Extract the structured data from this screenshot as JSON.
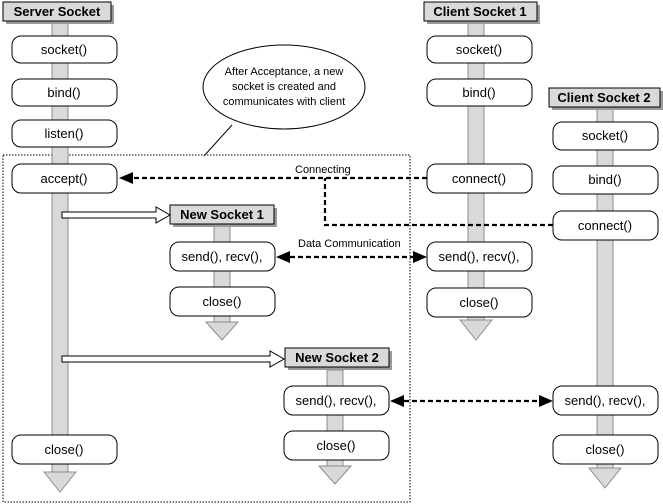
{
  "server": {
    "title": "Server Socket",
    "calls": [
      "socket()",
      "bind()",
      "listen()",
      "accept()",
      "close()"
    ]
  },
  "client1": {
    "title": "Client Socket 1",
    "calls": [
      "socket()",
      "bind()",
      "connect()",
      "send(), recv(),",
      "close()"
    ]
  },
  "client2": {
    "title": "Client Socket 2",
    "calls": [
      "socket()",
      "bind()",
      "connect()",
      "send(), recv(),",
      "close()"
    ]
  },
  "newsocket1": {
    "title": "New Socket 1",
    "calls": [
      "send(), recv(),",
      "close()"
    ]
  },
  "newsocket2": {
    "title": "New Socket 2",
    "calls": [
      "send(), recv(),",
      "close()"
    ]
  },
  "callout": {
    "lines": [
      "After Acceptance, a new",
      "socket is created and",
      "communicates with client"
    ]
  },
  "labels": {
    "connecting": "Connecting",
    "data_communication": "Data Communication"
  }
}
